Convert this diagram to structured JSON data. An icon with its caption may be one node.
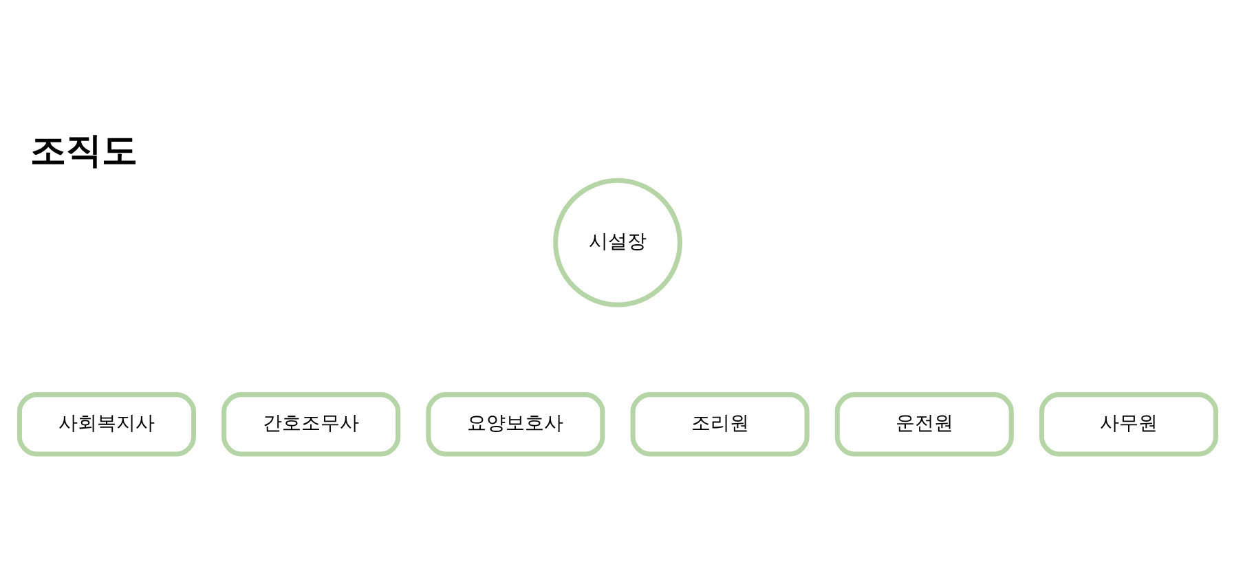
{
  "diagram": {
    "title": "조직도",
    "nodes": [
      {
        "text": [
          "시설장"
        ]
      },
      {
        "text": [
          "사회복지사"
        ]
      },
      {
        "text": [
          "간호조무사"
        ]
      },
      {
        "text": [
          "요양보호사"
        ]
      },
      {
        "text": [
          "조리원"
        ]
      },
      {
        "text": [
          "운전원"
        ]
      },
      {
        "text": [
          "사무원"
        ]
      }
    ]
  }
}
